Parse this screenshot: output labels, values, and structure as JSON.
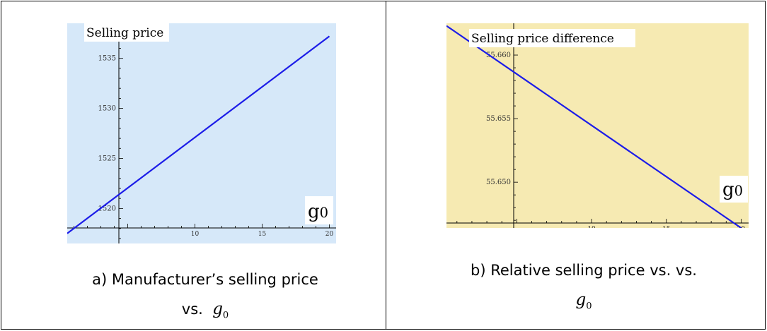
{
  "chart_data": [
    {
      "type": "line",
      "title": "Selling price",
      "xlabel": "g0",
      "ylabel": "",
      "background": "#d6e8f9",
      "line_color": "#1c1ce8",
      "xlim": [
        0.5,
        20.5
      ],
      "ylim": [
        1516.5,
        1538.5
      ],
      "x_ticks": [
        10,
        15,
        20
      ],
      "y_ticks": [
        1520,
        1525,
        1530,
        1535
      ],
      "series": [
        {
          "x": [
            0.5,
            20
          ],
          "y": [
            1517.5,
            1537.2
          ]
        }
      ]
    },
    {
      "type": "line",
      "title": "Selling price difference",
      "xlabel": "g0",
      "ylabel": "",
      "background": "#f6eab2",
      "line_color": "#1c1ce8",
      "xlim": [
        0.3,
        20.5
      ],
      "ylim": [
        55.6464,
        55.6625
      ],
      "x_ticks": [
        10,
        15,
        20
      ],
      "y_ticks": [
        55.65,
        55.655,
        55.66
      ],
      "series": [
        {
          "x": [
            0.3,
            20
          ],
          "y": [
            55.6623,
            55.6464
          ]
        }
      ]
    }
  ],
  "captions": {
    "a": {
      "text": "a) Manufacturer’s selling price",
      "vs": "vs.",
      "sym": "g",
      "sub": "0"
    },
    "b": {
      "text": "b) Relative selling price vs. vs.",
      "sym": "g",
      "sub": "0"
    }
  }
}
